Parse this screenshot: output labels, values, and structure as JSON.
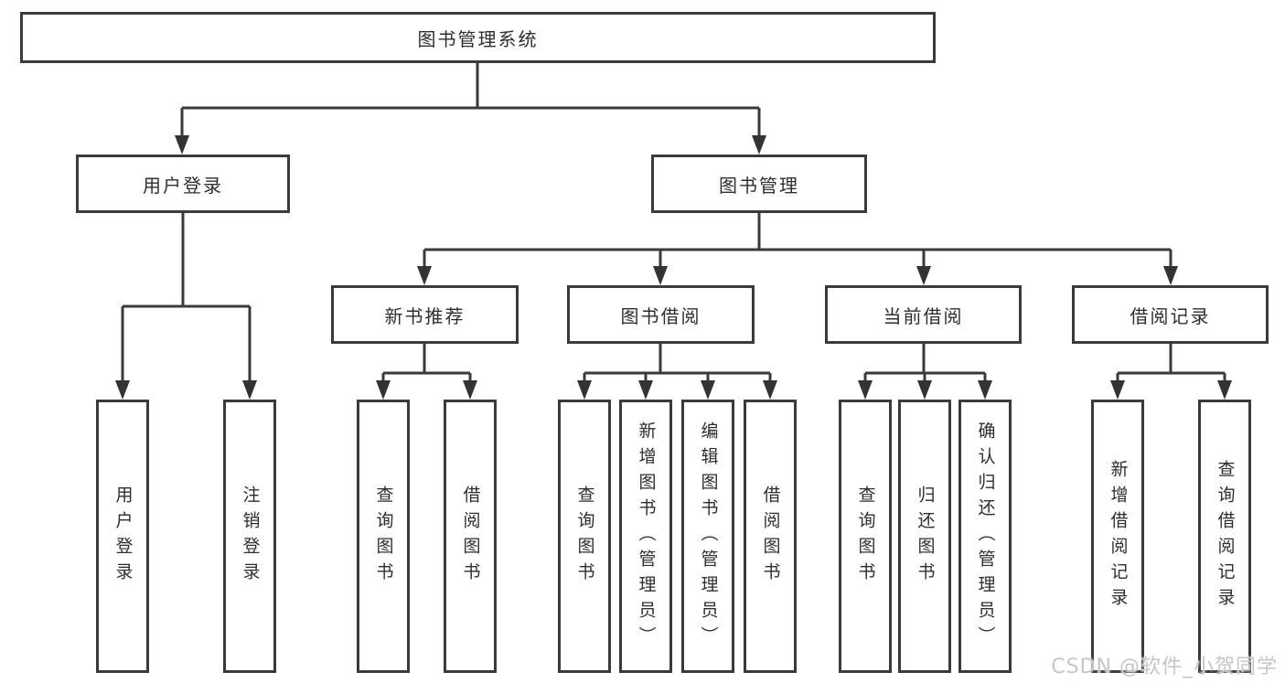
{
  "diagram": {
    "type": "hierarchy-tree",
    "colors": {
      "line": "#3a3a3a",
      "border": "#3a3a3a",
      "text": "#2e2e2e",
      "node_fill": "#ffffff",
      "watermark": "#c6c6c6"
    },
    "nodes": {
      "root": {
        "label": "图书管理系统"
      },
      "user_login_branch": {
        "label": "用户登录"
      },
      "book_mgmt_branch": {
        "label": "图书管理"
      },
      "new_books": {
        "label": "新书推荐"
      },
      "book_borrow": {
        "label": "图书借阅"
      },
      "current_borrow": {
        "label": "当前借阅"
      },
      "borrow_records": {
        "label": "借阅记录"
      },
      "leaf_user_login": {
        "label": "用户登录"
      },
      "leaf_logout": {
        "label": "注销登录"
      },
      "leaf_nb_query": {
        "label": "查询图书"
      },
      "leaf_nb_borrow": {
        "label": "借阅图书"
      },
      "leaf_bb_query": {
        "label": "查询图书"
      },
      "leaf_bb_add": {
        "label": "新增图书（管理员）"
      },
      "leaf_bb_edit": {
        "label": "编辑图书（管理员）"
      },
      "leaf_bb_borrow": {
        "label": "借阅图书"
      },
      "leaf_cb_query": {
        "label": "查询图书"
      },
      "leaf_cb_return": {
        "label": "归还图书"
      },
      "leaf_cb_confirm": {
        "label": "确认归还（管理员）"
      },
      "leaf_br_add": {
        "label": "新增借阅记录"
      },
      "leaf_br_query": {
        "label": "查询借阅记录"
      }
    },
    "edges": [
      [
        "图书管理系统",
        "用户登录"
      ],
      [
        "图书管理系统",
        "图书管理"
      ],
      [
        "用户登录",
        "用户登录(叶)"
      ],
      [
        "用户登录",
        "注销登录"
      ],
      [
        "图书管理",
        "新书推荐"
      ],
      [
        "图书管理",
        "图书借阅"
      ],
      [
        "图书管理",
        "当前借阅"
      ],
      [
        "图书管理",
        "借阅记录"
      ],
      [
        "新书推荐",
        "查询图书"
      ],
      [
        "新书推荐",
        "借阅图书"
      ],
      [
        "图书借阅",
        "查询图书"
      ],
      [
        "图书借阅",
        "新增图书（管理员）"
      ],
      [
        "图书借阅",
        "编辑图书（管理员）"
      ],
      [
        "图书借阅",
        "借阅图书"
      ],
      [
        "当前借阅",
        "查询图书"
      ],
      [
        "当前借阅",
        "归还图书"
      ],
      [
        "当前借阅",
        "确认归还（管理员）"
      ],
      [
        "借阅记录",
        "新增借阅记录"
      ],
      [
        "借阅记录",
        "查询借阅记录"
      ]
    ]
  },
  "watermark": {
    "text": "CSDN @软件_小贺同学"
  }
}
